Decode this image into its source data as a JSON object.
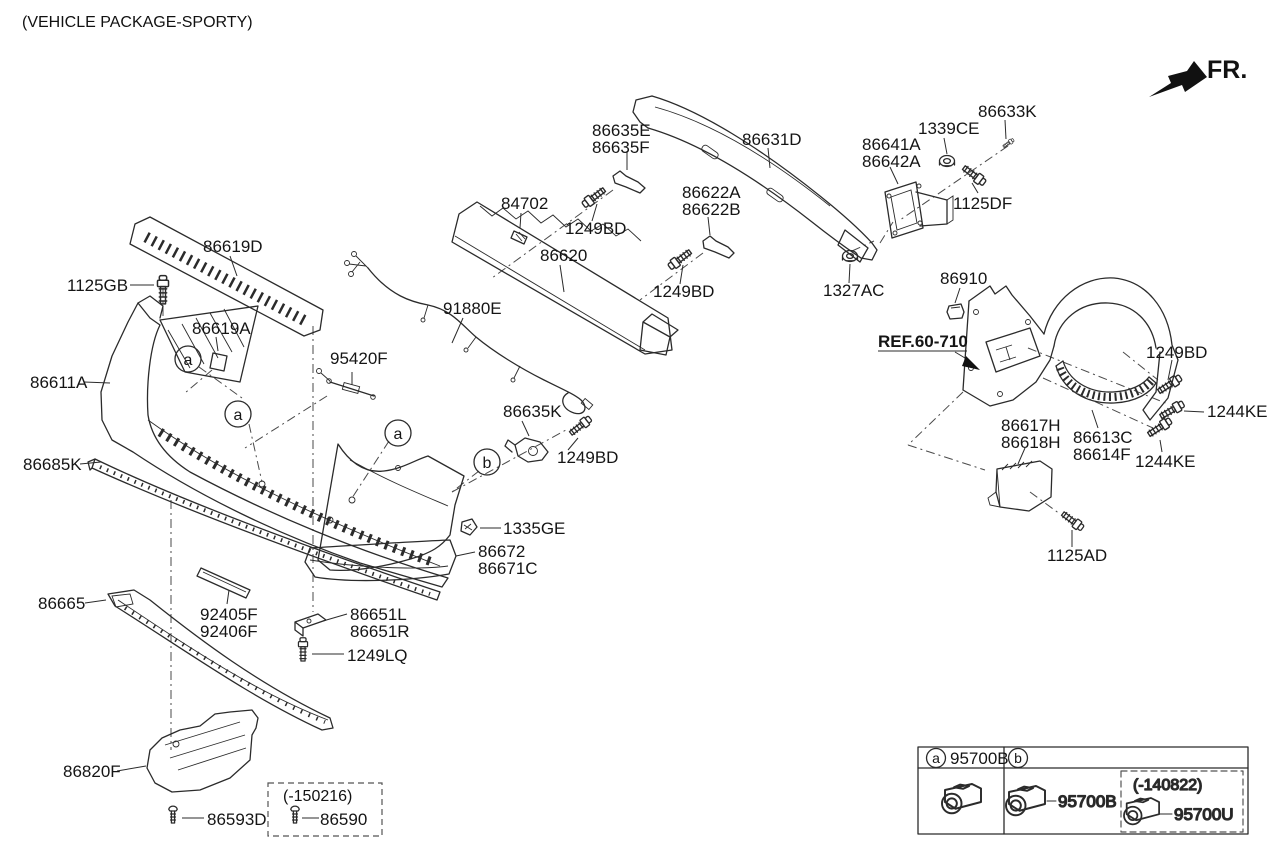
{
  "title": "(VEHICLE PACKAGE-SPORTY)",
  "fr": "FR.",
  "markers": {
    "a": "a",
    "b": "b"
  },
  "labels": {
    "c86619d": "86619D",
    "c1125gb": "1125GB",
    "c86619a": "86619A",
    "c86611a": "86611A",
    "c86685k": "86685K",
    "c86665": "86665",
    "c92405f": "92405F",
    "c92406f": "92406F",
    "c86651l": "86651L",
    "c86651r": "86651R",
    "c1249lq": "1249LQ",
    "c86820f": "86820F",
    "c86593d": "86593D",
    "c86590": "86590",
    "inset_note": "(-150216)",
    "c95420f": "95420F",
    "c91880e": "91880E",
    "c86635k": "86635K",
    "c1249bd_mid": "1249BD",
    "c1335ge": "1335GE",
    "c86672": "86672",
    "c86671c": "86671C",
    "c84702": "84702",
    "c86620": "86620",
    "c1249bd_1": "1249BD",
    "c86635e": "86635E",
    "c86635f": "86635F",
    "c86631d": "86631D",
    "c86622a": "86622A",
    "c86622b": "86622B",
    "c1249bd_2": "1249BD",
    "c1327ac": "1327AC",
    "c86641a": "86641A",
    "c86642a": "86642A",
    "c1339ce": "1339CE",
    "c86633k": "86633K",
    "c1125df": "1125DF",
    "c86910": "86910",
    "cref": "REF.60-710",
    "c1249bd_r": "1249BD",
    "c1244ke_1": "1244KE",
    "c1244ke_2": "1244KE",
    "c86617h": "86617H",
    "c86618h": "86618H",
    "c86613c": "86613C",
    "c86614f": "86614F",
    "c1125ad": "1125AD"
  },
  "legend": {
    "a_code": "95700B",
    "b_code": "95700B",
    "b_note": "(-140822)",
    "b_sub_code": "95700U"
  }
}
